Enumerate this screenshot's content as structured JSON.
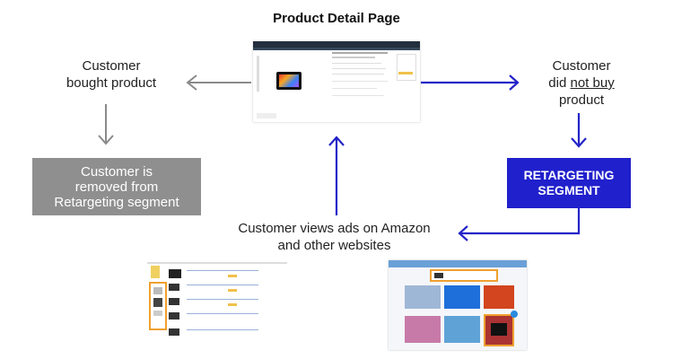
{
  "title": "Product Detail Page",
  "left_node": {
    "line1": "Customer",
    "line2": "bought product"
  },
  "right_node": {
    "line1": "Customer",
    "line2_pre": "did ",
    "line2_underline": "not buy",
    "line3": "product"
  },
  "removed_box": {
    "line1": "Customer is",
    "line2": "removed from",
    "line3": "Retargeting segment"
  },
  "segment_box": {
    "line1": "RETARGETING",
    "line2": "SEGMENT"
  },
  "ads_label": {
    "line1": "Customer views ads on Amazon",
    "line2": "and other websites"
  },
  "colors": {
    "grey_arrow": "#8a8a8a",
    "blue_arrow": "#2323c8",
    "grey_box": "#8f8f8f",
    "blue_box": "#2020cc",
    "highlight": "#f0a030"
  }
}
